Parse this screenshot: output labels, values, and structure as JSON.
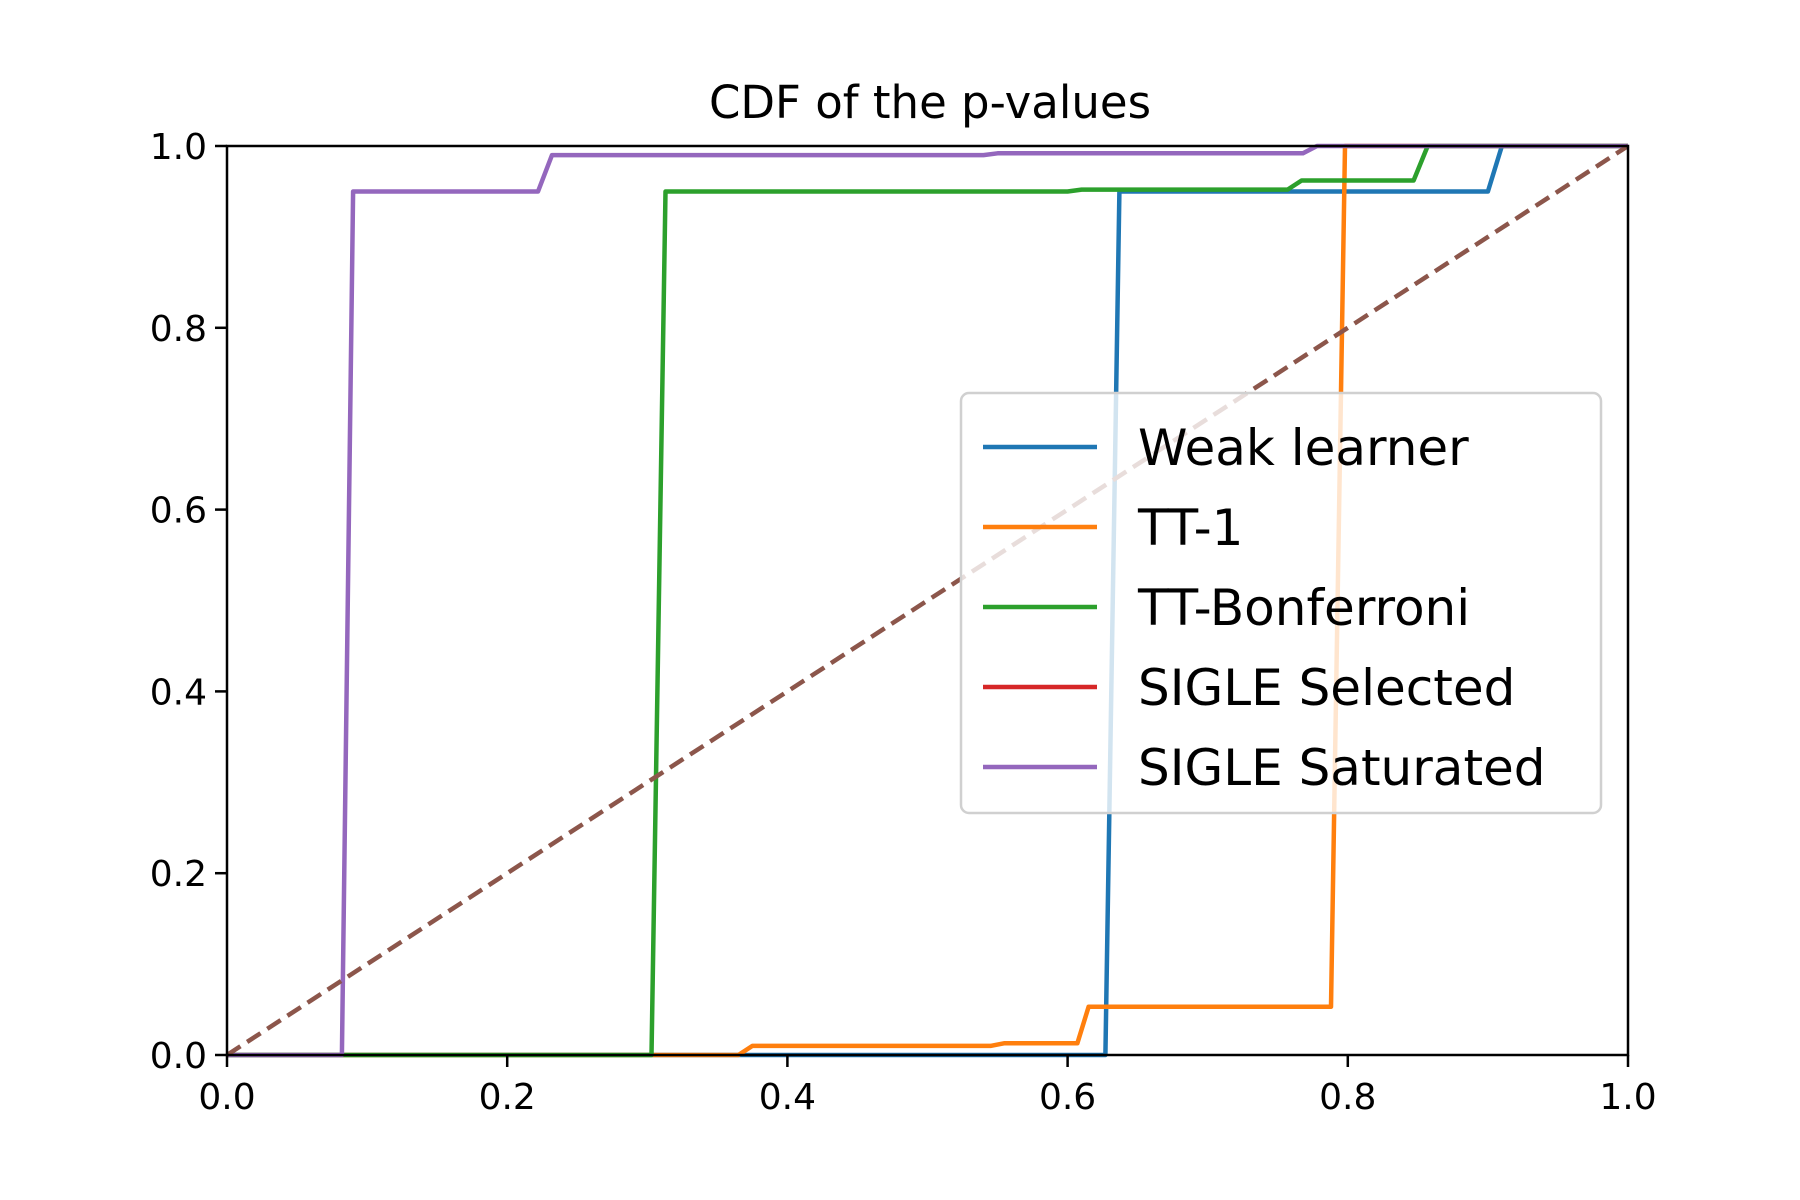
{
  "chart_data": {
    "type": "line",
    "title": "CDF of the p-values",
    "xlabel": "",
    "ylabel": "",
    "xlim": [
      0,
      1
    ],
    "ylim": [
      0,
      1
    ],
    "xticks": [
      "0.0",
      "0.2",
      "0.4",
      "0.6",
      "0.8",
      "1.0"
    ],
    "yticks": [
      "0.0",
      "0.2",
      "0.4",
      "0.6",
      "0.8",
      "1.0"
    ],
    "grid": false,
    "legend_position": "center-right",
    "series": [
      {
        "name": "Weak learner",
        "color": "#1f77b4",
        "style": "solid",
        "x": [
          0,
          0.627,
          0.637,
          0.9,
          0.91,
          1.0
        ],
        "y": [
          0,
          0,
          0.95,
          0.95,
          1.0,
          1.0
        ]
      },
      {
        "name": "TT-1",
        "color": "#ff7f0e",
        "style": "solid",
        "x": [
          0,
          0.365,
          0.375,
          0.545,
          0.555,
          0.607,
          0.615,
          0.788,
          0.798,
          1.0
        ],
        "y": [
          0,
          0,
          0.01,
          0.01,
          0.013,
          0.013,
          0.053,
          0.053,
          1.0,
          1.0
        ]
      },
      {
        "name": "TT-Bonferroni",
        "color": "#2ca02c",
        "style": "solid",
        "x": [
          0,
          0.303,
          0.313,
          0.6,
          0.61,
          0.757,
          0.767,
          0.847,
          0.857,
          1.0
        ],
        "y": [
          0,
          0,
          0.95,
          0.95,
          0.952,
          0.952,
          0.962,
          0.962,
          1.0,
          1.0
        ]
      },
      {
        "name": "SIGLE Selected",
        "color": "#d62728",
        "style": "solid",
        "x": [],
        "y": []
      },
      {
        "name": "SIGLE Saturated",
        "color": "#9467bd",
        "style": "solid",
        "x": [
          0,
          0.082,
          0.09,
          0.222,
          0.232,
          0.54,
          0.55,
          0.768,
          0.778,
          1.0
        ],
        "y": [
          0,
          0,
          0.95,
          0.95,
          0.99,
          0.99,
          0.992,
          0.992,
          1.0,
          1.0
        ]
      },
      {
        "name": "",
        "color": "#8c564b",
        "style": "dashed",
        "x": [
          0,
          1
        ],
        "y": [
          0,
          1
        ]
      }
    ]
  }
}
